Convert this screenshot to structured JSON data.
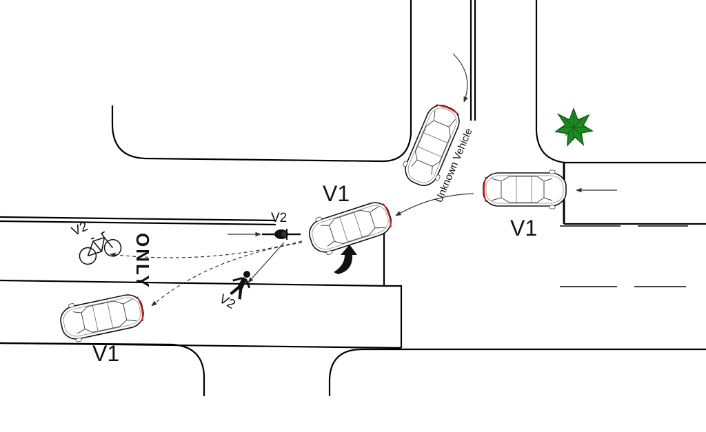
{
  "labels": {
    "v1_top": "V1",
    "v1_right": "V1",
    "v1_bottom": "V1",
    "v2_cyclist": "V2",
    "v2_bike": "V2",
    "v2_person": "V2",
    "unknown_vehicle": "Unknown Vehicle",
    "lane_marking": "ONLY"
  },
  "colors": {
    "line": "#000000",
    "path": "#333333",
    "tree": "#1e8a22",
    "tree_dark": "#0f5a12",
    "car_body": "#ffffff",
    "tail_light": "#cc2222"
  },
  "icons": {
    "tree": "tree-icon",
    "bicycle": "bicycle-icon",
    "pedestrian": "pedestrian-icon",
    "cyclist": "cyclist-icon",
    "turn_arrow": "curved-arrow-icon"
  }
}
